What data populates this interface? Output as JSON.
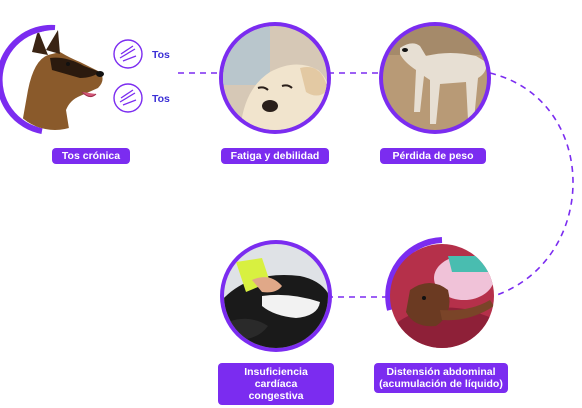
{
  "colors": {
    "accent": "#7b2cf0",
    "tos_text": "#3b2fd6",
    "connector": "#7b2cf0",
    "label_text": "#ffffff"
  },
  "steps": [
    {
      "label": "Tos crónica",
      "image": "german-shepherd-dog-photo"
    },
    {
      "label": "Fatiga y debilidad",
      "image": "tired-labrador-dog-photo"
    },
    {
      "label": "Pérdida de peso",
      "image": "thin-dog-photo"
    },
    {
      "label": "Distensión abdominal\n(acumulación de líquido)",
      "image": "sick-dog-on-blanket-photo"
    },
    {
      "label": "Insuficiencia cardíaca\ncongestiva",
      "image": "sick-dog-vet-photo"
    }
  ],
  "cough_badges": [
    {
      "label": "Tos",
      "icon": "cough-icon"
    },
    {
      "label": "Tos",
      "icon": "cough-icon"
    }
  ]
}
